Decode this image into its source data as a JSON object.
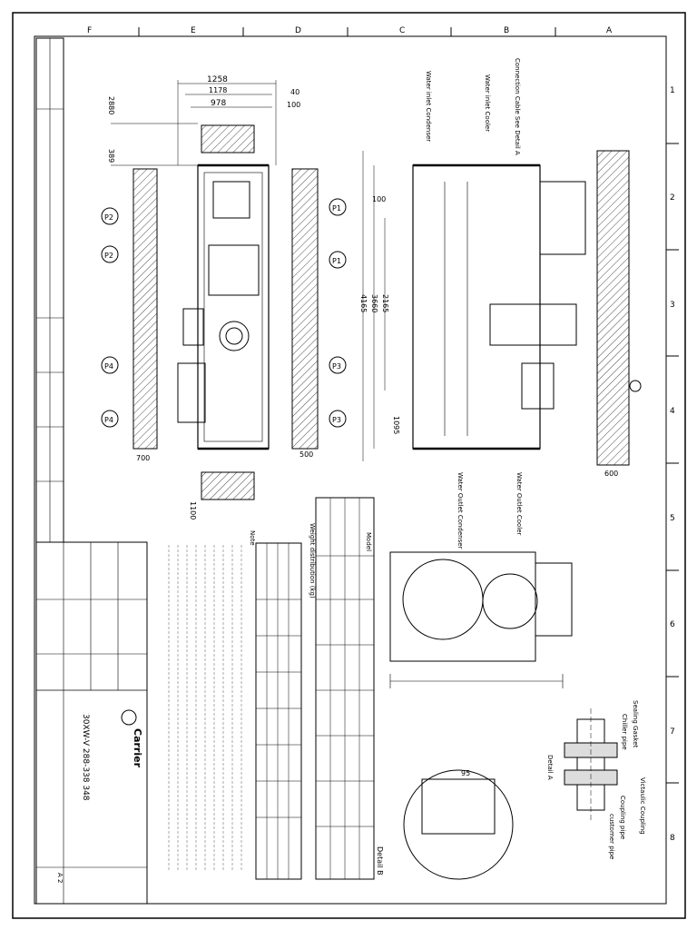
{
  "drawing": {
    "top_column_markers": [
      "F",
      "E",
      "D",
      "C",
      "B",
      "A"
    ],
    "right_row_markers": [
      "1",
      "2",
      "3",
      "4",
      "5",
      "6",
      "7",
      "8"
    ],
    "dims_top": {
      "d1258": "1258",
      "d1178": "1178",
      "d978": "978",
      "d40": "40",
      "d100": "100",
      "d2880": "2880",
      "d389": "389"
    },
    "dims_bottom": {
      "d700": "700",
      "d500": "500",
      "d1100": "1100",
      "d600": "600"
    },
    "dims_side": {
      "d100": "100",
      "d2165": "2165",
      "d3660": "3660",
      "d4165": "4165",
      "d1095": "1095"
    },
    "points": {
      "p1": "P1",
      "p2": "P2",
      "p3": "P3",
      "p4": "P4"
    },
    "callouts": {
      "water_inlet_condenser": "Water inlet Condenser",
      "water_inlet_cooler": "Water inlet Cooler",
      "connection_cable": "Connection Cable See Detail A",
      "water_outlet_condenser": "Water Outlet Condenser",
      "water_outlet_cooler": "Water Outlet Cooler"
    },
    "detail": {
      "label": "Detail A",
      "sealing_gasket": "Sealing Gasket",
      "chiller_pipe": "Chiller pipe",
      "victaulic": "Victaulic Coupling",
      "coupling_pipe": "Coupling pipe",
      "customer_pipe": "customer pipe",
      "detail_b": "Detail B",
      "d95": "95"
    },
    "table_header": "Model",
    "notes_title": "Note",
    "weights_header": "Weight distribution (kg)",
    "title_block": {
      "company": "Carrier",
      "model": "30XW-V 288-338 348",
      "scale": "A 2"
    }
  }
}
